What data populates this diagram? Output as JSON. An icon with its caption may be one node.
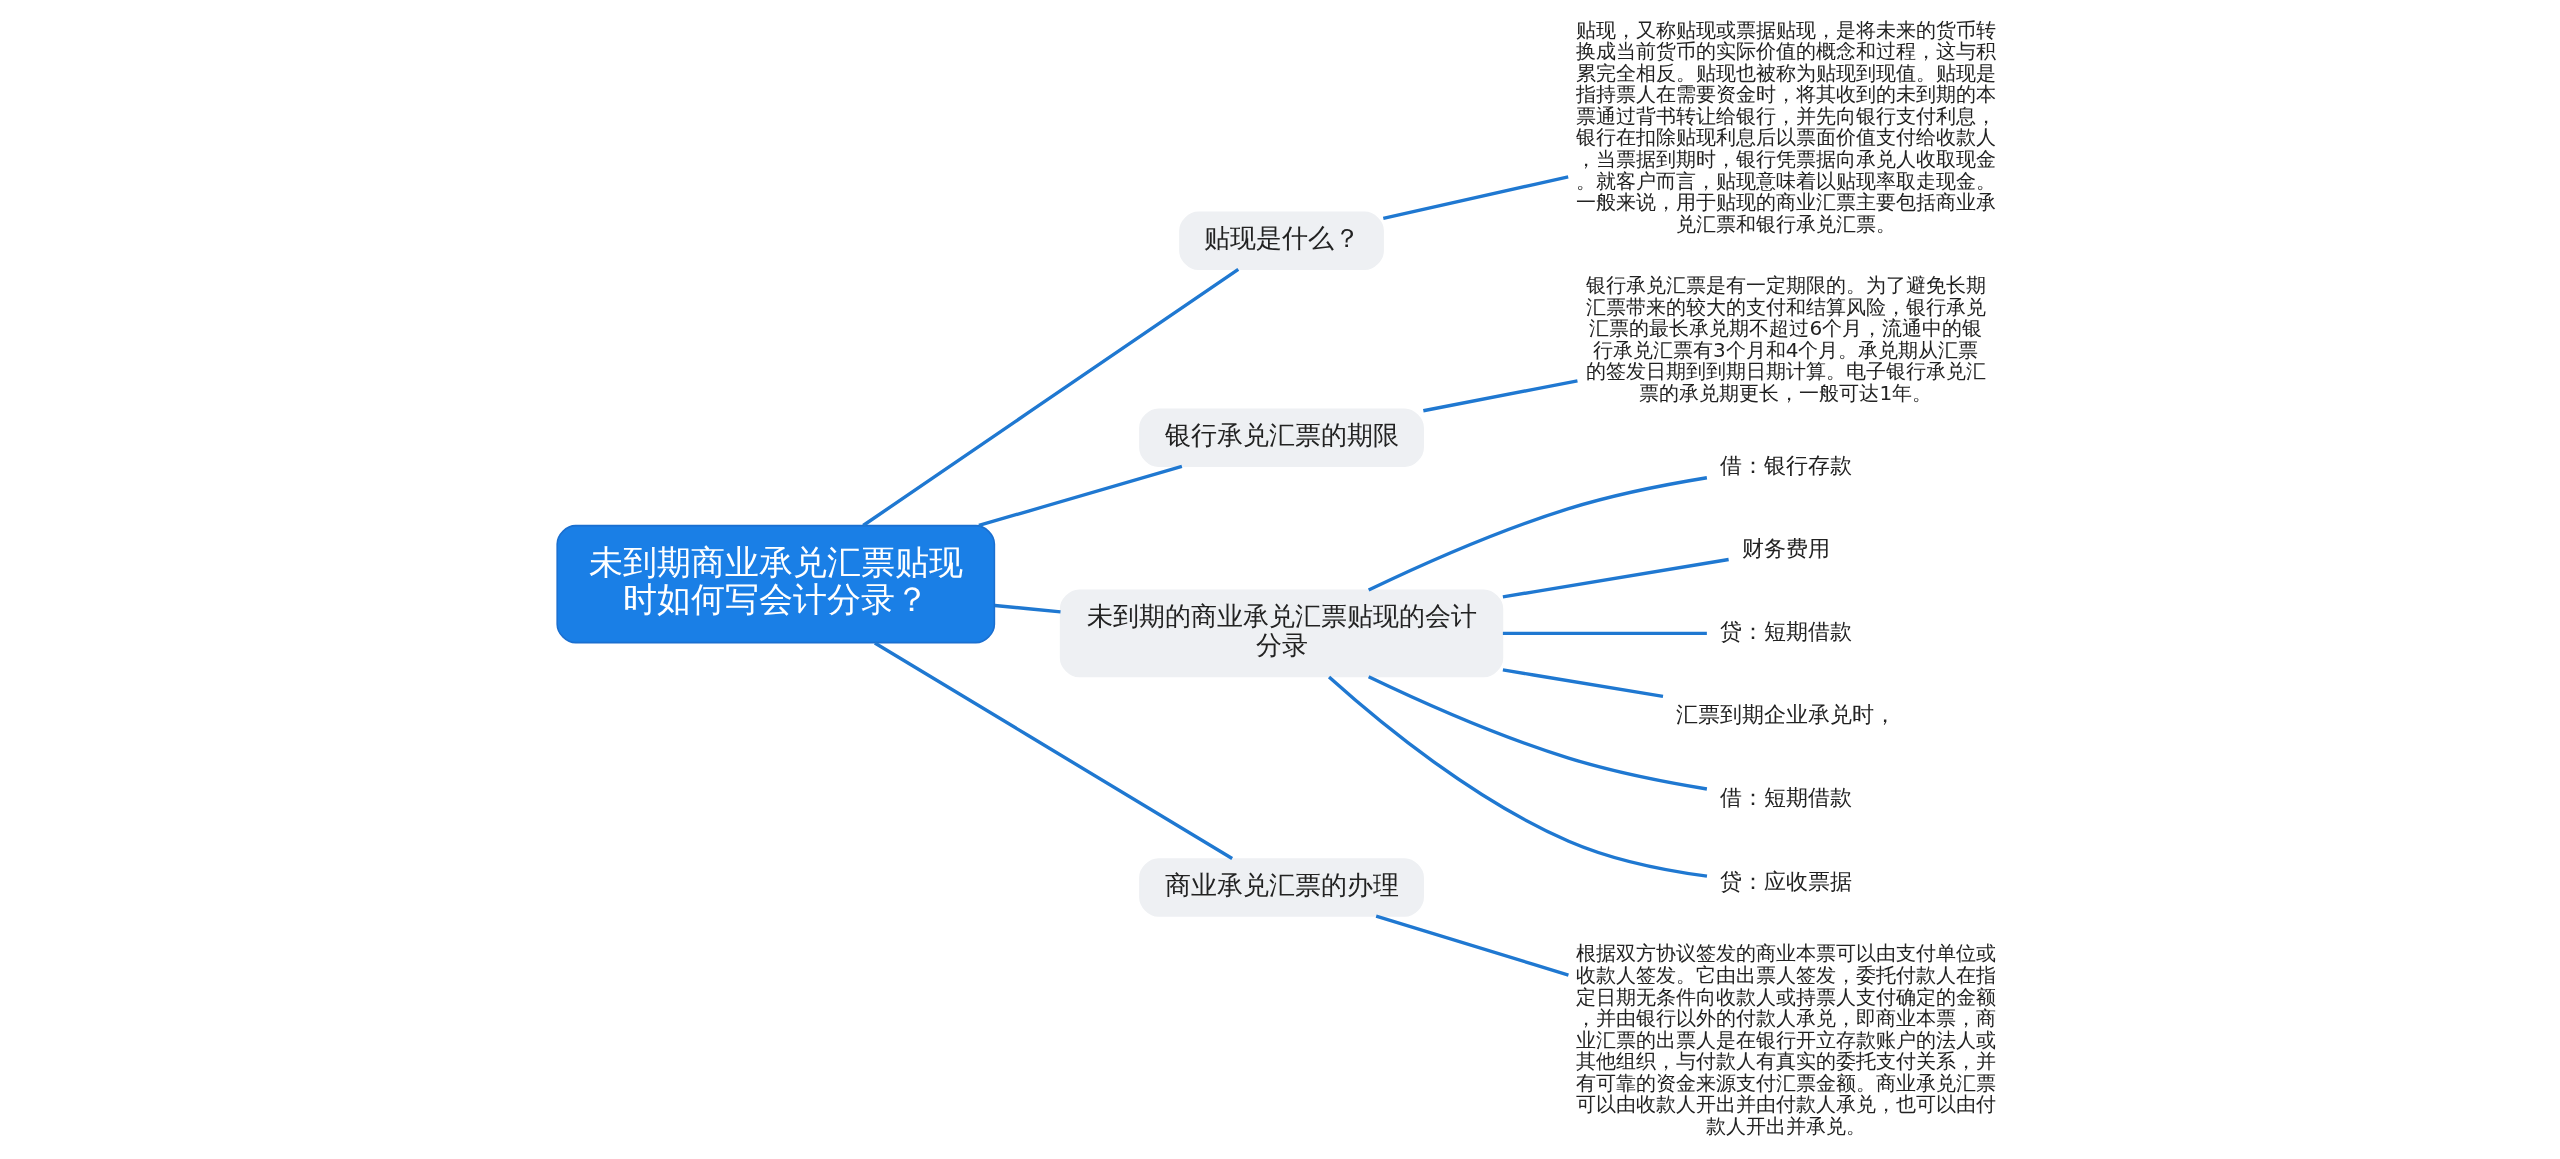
{
  "diagram": {
    "nodes": [
      {
        "text": [
          "未到期商业承兑汇票贴现时如何写会计分录？"
        ]
      },
      {
        "text": [
          "贴现是什么？"
        ]
      },
      {
        "text": [
          "贴现，又称贴现或票据贴现，是将未来的货币转换成当前货币的实际价值的概念和过程，这与积累完全相反。贴现也被称为贴现到现值。贴现是指持票人在需要资金时，将其收到的未到期的本票通过背书转让给银行，并先向银行支付利息，银行在扣除贴现利息后以票面价值支付给收款人，当票据到期时，银行凭票据向承兑人收取现金。就客户而言，贴现意味着以贴现率取走现金。一般来说，用于贴现的商业汇票主要包括商业承兑汇票和银行承兑汇票。"
        ]
      },
      {
        "text": [
          "银行承兑汇票的期限"
        ]
      },
      {
        "text": [
          "银行承兑汇票是有一定期限的。为了避免长期汇票带来的较大的支付和结算风险，银行承兑汇票的最长承兑期不超过6个月，流通中的银行承兑汇票有3个月和4个月。承兑期从汇票的签发日期到到期日期计算。电子银行承兑汇票的承兑期更长，一般可达1年。"
        ]
      },
      {
        "text": [
          "未到期的商业承兑汇票贴现的会计分录"
        ]
      },
      {
        "text": [
          "借：银行存款"
        ]
      },
      {
        "text": [
          "财务费用"
        ]
      },
      {
        "text": [
          "贷：短期借款"
        ]
      },
      {
        "text": [
          "汇票到期企业承兑时，"
        ]
      },
      {
        "text": [
          "借：短期借款"
        ]
      },
      {
        "text": [
          "贷：应收票据"
        ]
      },
      {
        "text": [
          "商业承兑汇票的办理"
        ]
      },
      {
        "text": [
          "根据双方协议签发的商业本票可以由支付单位或收款人签发。它由出票人签发，委托付款人在指定日期无条件向收款人或持票人支付确定的金额，并由银行以外的付款人承兑，即商业本票，商业汇票的出票人是在银行开立存款账户的法人或其他组织，与付款人有真实的委托支付关系，并有可靠的资金来源支付汇票金额。商业承兑汇票可以由收款人开出并由付款人承兑，也可以由付款人开出并承兑。"
        ]
      }
    ],
    "edges": [
      {
        "from": 0,
        "to": 1,
        "arrow": "none"
      },
      {
        "from": 1,
        "to": 2,
        "arrow": "none"
      },
      {
        "from": 0,
        "to": 3,
        "arrow": "none"
      },
      {
        "from": 3,
        "to": 4,
        "arrow": "none"
      },
      {
        "from": 0,
        "to": 5,
        "arrow": "none"
      },
      {
        "from": 5,
        "to": 6,
        "arrow": "none"
      },
      {
        "from": 5,
        "to": 7,
        "arrow": "none"
      },
      {
        "from": 5,
        "to": 8,
        "arrow": "none"
      },
      {
        "from": 5,
        "to": 9,
        "arrow": "none"
      },
      {
        "from": 5,
        "to": 10,
        "arrow": "none"
      },
      {
        "from": 5,
        "to": 11,
        "arrow": "none"
      },
      {
        "from": 0,
        "to": 12,
        "arrow": "none"
      },
      {
        "from": 12,
        "to": 13,
        "arrow": "none"
      }
    ]
  }
}
